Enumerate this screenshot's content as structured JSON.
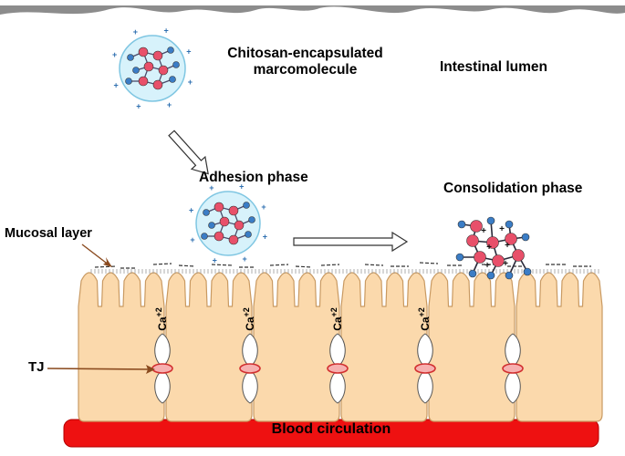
{
  "labels": {
    "chitosan": [
      "Chitosan-encapsulated",
      "marcomolecule"
    ],
    "intestinal_lumen": "Intestinal lumen",
    "adhesion_phase": "Adhesion phase",
    "consolidation_phase": "Consolidation phase",
    "mucosal_layer": "Mucosal layer",
    "tj": "TJ",
    "blood_circulation": "Blood circulation",
    "calcium": "Ca",
    "calcium_charge": "+2"
  },
  "colors": {
    "cell_fill": "#fbd9ac",
    "cell_stroke": "#c99a62",
    "blood": "#ee1111",
    "blood_dark": "#b30000",
    "lumen_wave": "#8c8c8c",
    "capsule_fill": "#d7f2fb",
    "capsule_stroke": "#7fc6e2",
    "node_red": "#e8506a",
    "node_blue": "#3b7dc6",
    "tj_outline": "#d23030"
  },
  "icons": {
    "arrow_down": "hollow-arrow-icon",
    "arrow_right": "hollow-arrow-icon",
    "tight_junction": "tight-junction-icon"
  }
}
